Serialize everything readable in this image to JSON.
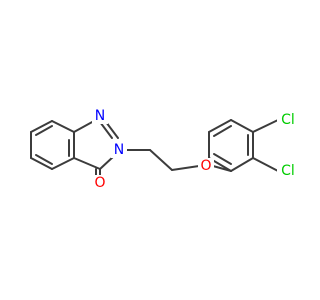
{
  "molecule": {
    "atoms": [
      {
        "id": "a1",
        "label": "N",
        "color": "#0000ff"
      },
      {
        "id": "a2",
        "label": "N",
        "color": "#0000ff"
      },
      {
        "id": "a3",
        "label": "O",
        "color": "#ff0000"
      },
      {
        "id": "a4",
        "label": "O",
        "color": "#ff0000"
      },
      {
        "id": "a5",
        "label": "Cl",
        "color": "#00cc00"
      },
      {
        "id": "a6",
        "label": "Cl",
        "color": "#00cc00"
      }
    ],
    "bond_color": "#3c3c3c"
  }
}
